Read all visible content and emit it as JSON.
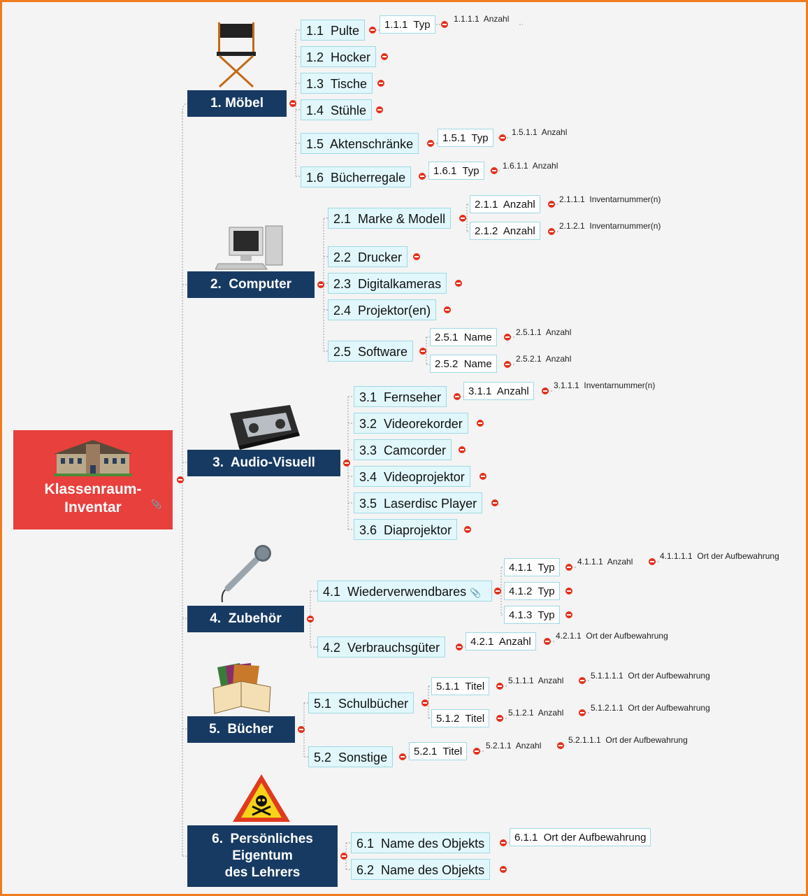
{
  "root": {
    "line1": "Klassenraum-",
    "line2": "Inventar",
    "attachment_icon": "paperclip-icon",
    "image_icon": "schoolhouse-icon"
  },
  "colors": {
    "root": "#e8403c",
    "main": "#173a63",
    "subtopic_fill": "#e1f7fb",
    "subtopic_border": "#9ed9e4",
    "collapse_dot": "#e4301c",
    "frame": "#f07c1e"
  },
  "branches": {
    "moebel": {
      "label": "1. Möbel",
      "icon": "directors-chair-icon",
      "s11": "1.1  Pulte",
      "s111": "1.1.1  Typ",
      "s1111": "1.1.1.1  Anzahl",
      "s12": "1.2  Hocker",
      "s13": "1.3  Tische",
      "s14": "1.4  Stühle",
      "s15": "1.5  Aktenschränke",
      "s151": "1.5.1  Typ",
      "s1511": "1.5.1.1  Anzahl",
      "s16": "1.6  Bücherregale",
      "s161": "1.6.1  Typ",
      "s1611": "1.6.1.1  Anzahl"
    },
    "computer": {
      "label": "2.  Computer",
      "icon": "desktop-computer-icon",
      "s21": "2.1  Marke & Modell",
      "s211": "2.1.1  Anzahl",
      "s2111": "2.1.1.1  Inventarnummer(n)",
      "s212": "2.1.2  Anzahl",
      "s2121": "2.1.2.1  Inventarnummer(n)",
      "s22": "2.2  Drucker",
      "s23": "2.3  Digitalkameras",
      "s24": "2.4  Projektor(en)",
      "s25": "2.5  Software",
      "s251": "2.5.1  Name",
      "s2511": "2.5.1.1  Anzahl",
      "s252": "2.5.2  Name",
      "s2521": "2.5.2.1  Anzahl"
    },
    "audio": {
      "label": "3.  Audio-Visuell",
      "icon": "video-cassette-icon",
      "s31": "3.1  Fernseher",
      "s311": "3.1.1  Anzahl",
      "s3111": "3.1.1.1  Inventarnummer(n)",
      "s32": "3.2  Videorekorder",
      "s33": "3.3  Camcorder",
      "s34": "3.4  Videoprojektor",
      "s35": "3.5  Laserdisc Player",
      "s36": "3.6  Diaprojektor"
    },
    "zubehoer": {
      "label": "4.  Zubehör",
      "icon": "microphone-icon",
      "s41": "4.1  Wiederverwendbares",
      "s411": "4.1.1  Typ",
      "s4111": "4.1.1.1  Anzahl",
      "s41111": "4.1.1.1.1  Ort der Aufbewahrung",
      "s412": "4.1.2  Typ",
      "s413": "4.1.3  Typ",
      "s42": "4.2  Verbrauchsgüter",
      "s421": "4.2.1  Anzahl",
      "s4211": "4.2.1.1  Ort der Aufbewahrung"
    },
    "buecher": {
      "label": "5.  Bücher",
      "icon": "books-icon",
      "s51": "5.1  Schulbücher",
      "s511": "5.1.1  Titel",
      "s5111": "5.1.1.1  Anzahl",
      "s51111": "5.1.1.1.1  Ort der Aufbewahrung",
      "s512": "5.1.2  Titel",
      "s5121": "5.1.2.1  Anzahl",
      "s51211": "5.1.2.1.1  Ort der Aufbewahrung",
      "s52": "5.2  Sonstige",
      "s521": "5.2.1  Titel",
      "s5211": "5.2.1.1  Anzahl",
      "s52111": "5.2.1.1.1  Ort der Aufbewahrung"
    },
    "eigentum": {
      "label": "6.  Persönliches\nEigentum\ndes Lehrers",
      "icon": "warning-skull-icon",
      "s61": "6.1  Name des Objekts",
      "s611": "6.1.1  Ort der Aufbewahrung",
      "s62": "6.2  Name des Objekts"
    }
  }
}
